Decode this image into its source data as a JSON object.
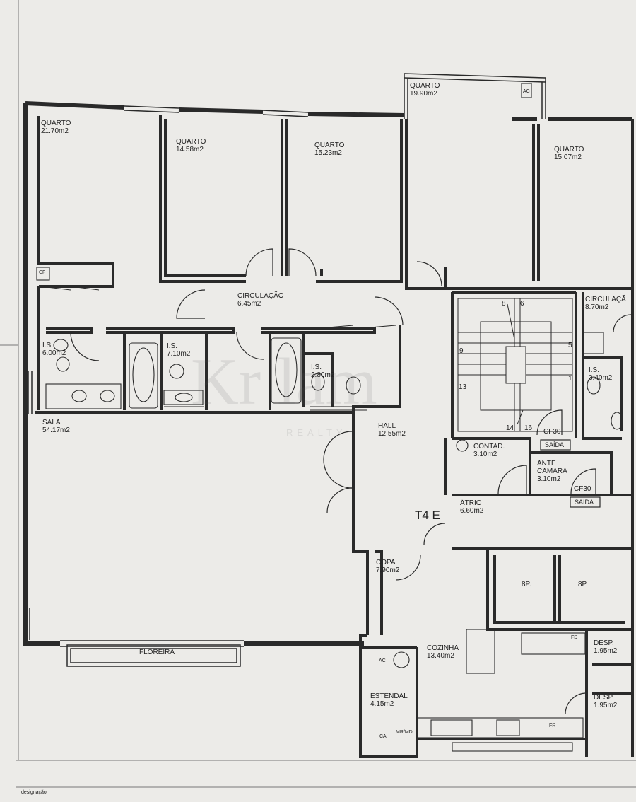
{
  "rooms": [
    {
      "key": "quarto1",
      "name": "QUARTO",
      "area": "21.70m2"
    },
    {
      "key": "quarto2",
      "name": "QUARTO",
      "area": "14.58m2"
    },
    {
      "key": "quarto3",
      "name": "QUARTO",
      "area": "15.23m2"
    },
    {
      "key": "quarto4",
      "name": "QUARTO",
      "area": "19.90m2"
    },
    {
      "key": "quarto5",
      "name": "QUARTO",
      "area": "15.07m2"
    },
    {
      "key": "circulacao1",
      "name": "CIRCULAÇÃO",
      "area": "6.45m2"
    },
    {
      "key": "circulacao2",
      "name": "CIRCULAÇÃ",
      "area": "8.70m2"
    },
    {
      "key": "is1",
      "name": "I.S.",
      "area": "6.00m2"
    },
    {
      "key": "is2",
      "name": "I.S.",
      "area": "7.10m2"
    },
    {
      "key": "is3",
      "name": "I.S.",
      "area": "2.80m2"
    },
    {
      "key": "is4",
      "name": "I.S.",
      "area": "3.40m2"
    },
    {
      "key": "sala",
      "name": "SALA",
      "area": "54.17m2"
    },
    {
      "key": "hall",
      "name": "HALL",
      "area": "12.55m2"
    },
    {
      "key": "contad",
      "name": "CONTAD.",
      "area": "3.10m2"
    },
    {
      "key": "antecamara",
      "name": "ANTE\nCAMARA",
      "area": "3.10m2"
    },
    {
      "key": "atrio",
      "name": "ÁTRIO",
      "area": "6.60m2"
    },
    {
      "key": "copa",
      "name": "COPA",
      "area": "7.90m2"
    },
    {
      "key": "cozinha",
      "name": "COZINHA",
      "area": "13.40m2"
    },
    {
      "key": "estendal",
      "name": "ESTENDAL",
      "area": "4.15m2"
    },
    {
      "key": "desp1",
      "name": "DESP.",
      "area": "1.95m2"
    },
    {
      "key": "desp2",
      "name": "DESP.",
      "area": "1.95m2"
    }
  ],
  "unit_label": "T4 E",
  "tags": {
    "floreira": "FLOREIRA",
    "cf30_a": "CF30",
    "cf30_b": "CF30",
    "saida_a": "SAÍDA",
    "saida_b": "SAÍDA",
    "lift_a": "8P.",
    "lift_b": "8P.",
    "ac_top": "AC",
    "ac_estendal": "AC",
    "cf": "CF",
    "fd": "FD",
    "ca": "CA",
    "mr_md": "MR/MD",
    "fr": "FR",
    "designacao": "designação"
  },
  "stairs": [
    "8",
    "6",
    "9",
    "5",
    "13",
    "1",
    "14",
    "16"
  ],
  "watermark": {
    "brand": "Kr lam",
    "sub": "REALTY"
  }
}
